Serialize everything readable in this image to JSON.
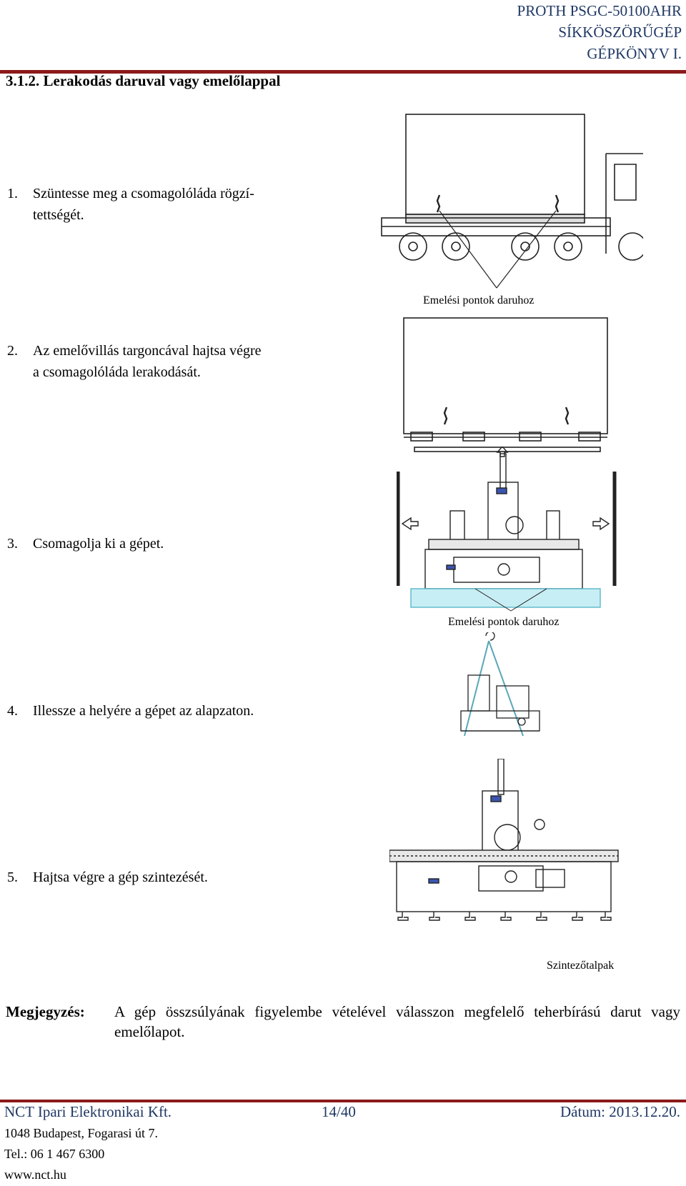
{
  "header": {
    "line1": "PROTH PSGC-50100AHR",
    "line2": "SÍKKÖSZÖRŰGÉP",
    "line3": "GÉPKÖNYV I."
  },
  "section_title": "3.1.2. Lerakodás daruval vagy emelőlappal",
  "steps": [
    {
      "num": "1.",
      "line1": "Szüntesse meg a csomagolóláda rögzí-",
      "line2": "tettségét."
    },
    {
      "num": "2.",
      "line1": "Az emelővillás targoncával hajtsa végre",
      "line2": "a csomagolóláda lerakodását."
    },
    {
      "num": "3.",
      "line1": "Csomagolja ki a gépet."
    },
    {
      "num": "4.",
      "line1": "Illessze a helyére a gépet az alapzaton."
    },
    {
      "num": "5.",
      "line1": "Hajtsa végre a gép szintezését."
    }
  ],
  "captions": {
    "fig1": "Emelési pontok daruhoz",
    "fig3": "Emelési pontok daruhoz",
    "fig5": "Szintezőtalpak"
  },
  "note": {
    "label": "Megjegyzés:",
    "text": "A gép összsúlyának figyelembe vételével válasszon megfelelő teherbírású darut vagy emelőlapot."
  },
  "footer": {
    "company": "NCT Ipari Elektronikai Kft.",
    "page": "14/40",
    "date": "Dátum: 2013.12.20.",
    "address": "1048 Budapest, Fogarasi út 7.",
    "phone": "Tel.: 06 1 467 6300",
    "web": "www.nct.hu"
  }
}
